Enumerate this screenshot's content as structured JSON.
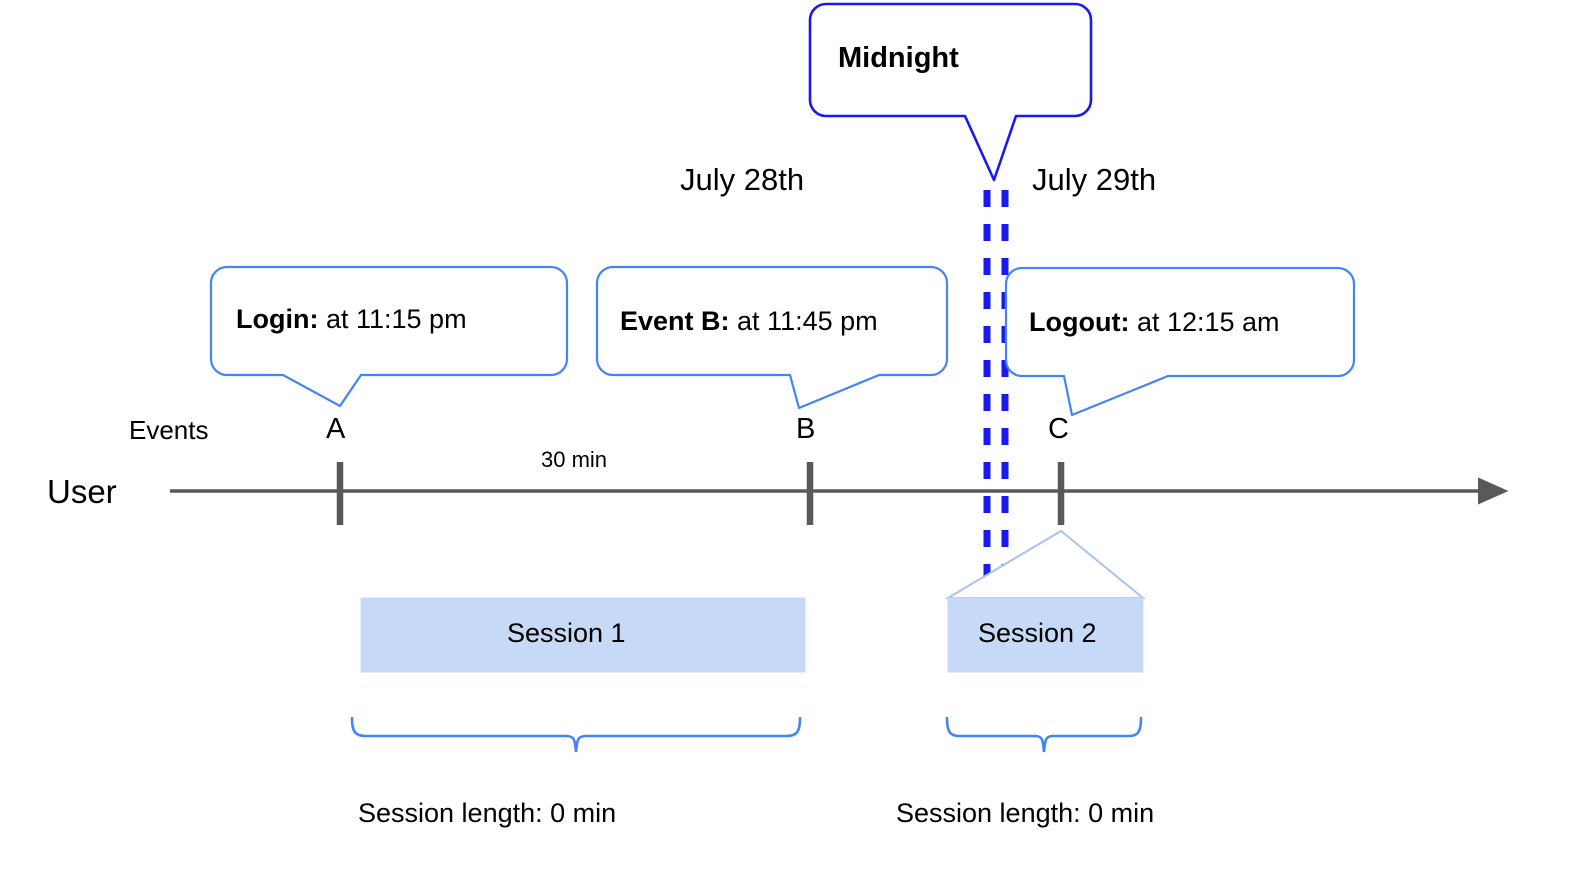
{
  "diagram": {
    "title_callout": {
      "label": "Midnight"
    },
    "dates": {
      "left": "July 28th",
      "right": "July 29th"
    },
    "axis": {
      "row_label": "User",
      "events_label": "Events",
      "gap_label": "30 min"
    },
    "events": [
      {
        "key": "A",
        "point_label": "A",
        "lead": "Login:",
        "detail": " at 11:15 pm"
      },
      {
        "key": "B",
        "point_label": "B",
        "lead": "Event B:",
        "detail": " at 11:45 pm"
      },
      {
        "key": "C",
        "point_label": "C",
        "lead": "Logout:",
        "detail": " at 12:15 am"
      }
    ],
    "sessions": [
      {
        "name": "Session 1",
        "length_label": "Session length: 0 min"
      },
      {
        "name": "Session 2",
        "length_label": "Session length: 0 min"
      }
    ],
    "colors": {
      "callout_border": "#4285f4",
      "midnight_border": "#1a1aee",
      "midnight_dashes": "#1a1aee",
      "session_fill": "#c6d9f7",
      "session_stroke": "#a8c4ea",
      "axis": "#595959",
      "tick": "#595959",
      "brace": "#4285f4"
    }
  }
}
